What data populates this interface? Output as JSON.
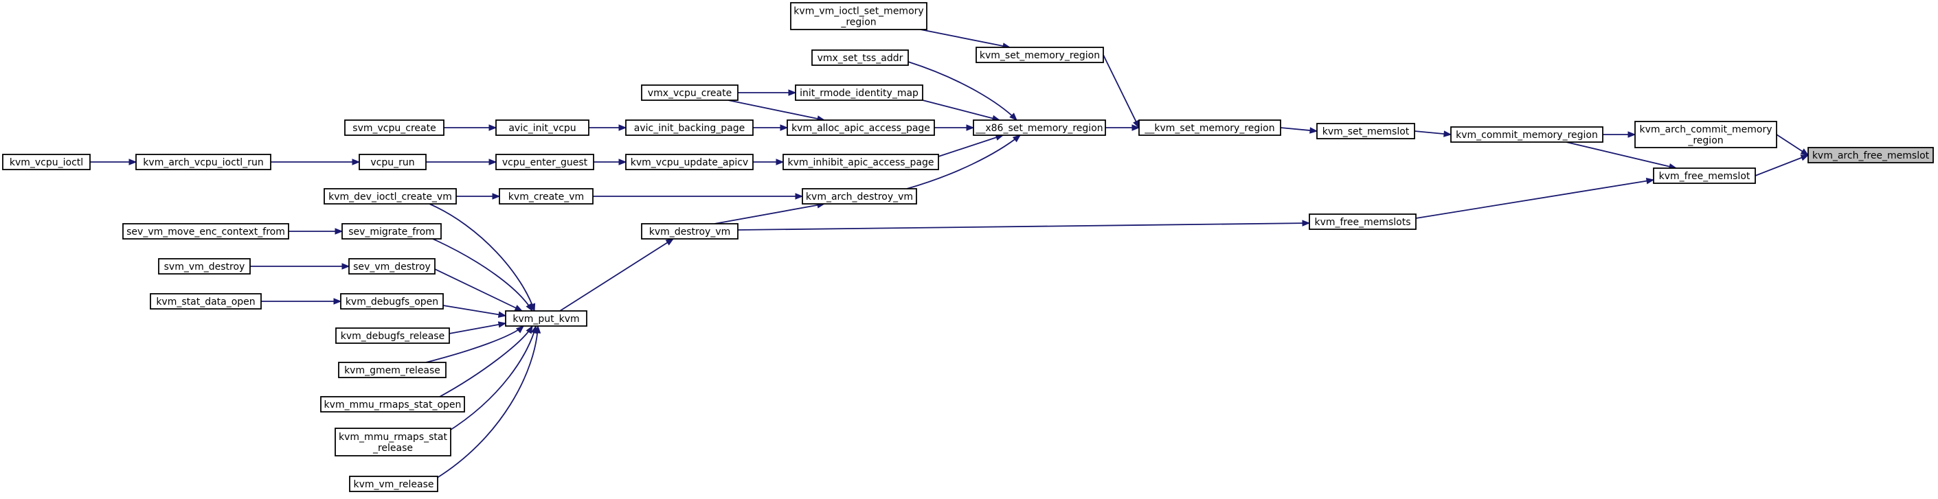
{
  "graph": {
    "title": "kvm_arch_free_memslot caller graph",
    "edge_color": "#191970",
    "focus_fill": "#bfbfbf",
    "nodes": {
      "kvm_arch_free_memslot": {
        "lines": [
          "kvm_arch_free_memslot"
        ],
        "focus": true
      },
      "kvm_arch_commit_memory_region": {
        "lines": [
          "kvm_arch_commit_memory",
          "_region"
        ]
      },
      "kvm_free_memslot": {
        "lines": [
          "kvm_free_memslot"
        ]
      },
      "kvm_commit_memory_region": {
        "lines": [
          "kvm_commit_memory_region"
        ]
      },
      "kvm_set_memslot": {
        "lines": [
          "kvm_set_memslot"
        ]
      },
      "__kvm_set_memory_region": {
        "lines": [
          "__kvm_set_memory_region"
        ]
      },
      "__x86_set_memory_region": {
        "lines": [
          "__x86_set_memory_region"
        ]
      },
      "kvm_set_memory_region": {
        "lines": [
          "kvm_set_memory_region"
        ]
      },
      "kvm_vm_ioctl_set_memory_region": {
        "lines": [
          "kvm_vm_ioctl_set_memory",
          "_region"
        ]
      },
      "vmx_set_tss_addr": {
        "lines": [
          "vmx_set_tss_addr"
        ]
      },
      "init_rmode_identity_map": {
        "lines": [
          "init_rmode_identity_map"
        ]
      },
      "vmx_vcpu_create": {
        "lines": [
          "vmx_vcpu_create"
        ]
      },
      "kvm_alloc_apic_access_page": {
        "lines": [
          "kvm_alloc_apic_access_page"
        ]
      },
      "avic_init_backing_page": {
        "lines": [
          "avic_init_backing_page"
        ]
      },
      "avic_init_vcpu": {
        "lines": [
          "avic_init_vcpu"
        ]
      },
      "svm_vcpu_create": {
        "lines": [
          "svm_vcpu_create"
        ]
      },
      "kvm_inhibit_apic_access_page": {
        "lines": [
          "kvm_inhibit_apic_access_page"
        ]
      },
      "kvm_vcpu_update_apicv": {
        "lines": [
          "kvm_vcpu_update_apicv"
        ]
      },
      "vcpu_enter_guest": {
        "lines": [
          "vcpu_enter_guest"
        ]
      },
      "vcpu_run": {
        "lines": [
          "vcpu_run"
        ]
      },
      "kvm_arch_vcpu_ioctl_run": {
        "lines": [
          "kvm_arch_vcpu_ioctl_run"
        ]
      },
      "kvm_vcpu_ioctl": {
        "lines": [
          "kvm_vcpu_ioctl"
        ]
      },
      "kvm_arch_destroy_vm": {
        "lines": [
          "kvm_arch_destroy_vm"
        ]
      },
      "kvm_create_vm": {
        "lines": [
          "kvm_create_vm"
        ]
      },
      "kvm_dev_ioctl_create_vm": {
        "lines": [
          "kvm_dev_ioctl_create_vm"
        ]
      },
      "kvm_free_memslots": {
        "lines": [
          "kvm_free_memslots"
        ]
      },
      "kvm_destroy_vm": {
        "lines": [
          "kvm_destroy_vm"
        ]
      },
      "kvm_put_kvm": {
        "lines": [
          "kvm_put_kvm"
        ]
      },
      "sev_migrate_from": {
        "lines": [
          "sev_migrate_from"
        ]
      },
      "sev_vm_move_enc_context_from": {
        "lines": [
          "sev_vm_move_enc_context_from"
        ]
      },
      "sev_vm_destroy": {
        "lines": [
          "sev_vm_destroy"
        ]
      },
      "svm_vm_destroy": {
        "lines": [
          "svm_vm_destroy"
        ]
      },
      "kvm_debugfs_open": {
        "lines": [
          "kvm_debugfs_open"
        ]
      },
      "kvm_stat_data_open": {
        "lines": [
          "kvm_stat_data_open"
        ]
      },
      "kvm_debugfs_release": {
        "lines": [
          "kvm_debugfs_release"
        ]
      },
      "kvm_gmem_release": {
        "lines": [
          "kvm_gmem_release"
        ]
      },
      "kvm_mmu_rmaps_stat_open": {
        "lines": [
          "kvm_mmu_rmaps_stat_open"
        ]
      },
      "kvm_mmu_rmaps_stat_release": {
        "lines": [
          "kvm_mmu_rmaps_stat",
          "_release"
        ]
      },
      "kvm_vm_release": {
        "lines": [
          "kvm_vm_release"
        ]
      }
    },
    "edges": [
      [
        "kvm_arch_commit_memory_region",
        "kvm_arch_free_memslot"
      ],
      [
        "kvm_free_memslot",
        "kvm_arch_free_memslot"
      ],
      [
        "kvm_commit_memory_region",
        "kvm_arch_commit_memory_region"
      ],
      [
        "kvm_commit_memory_region",
        "kvm_free_memslot"
      ],
      [
        "kvm_free_memslots",
        "kvm_free_memslot"
      ],
      [
        "kvm_set_memslot",
        "kvm_commit_memory_region"
      ],
      [
        "__kvm_set_memory_region",
        "kvm_set_memslot"
      ],
      [
        "__x86_set_memory_region",
        "__kvm_set_memory_region"
      ],
      [
        "kvm_set_memory_region",
        "__kvm_set_memory_region"
      ],
      [
        "kvm_vm_ioctl_set_memory_region",
        "kvm_set_memory_region"
      ],
      [
        "vmx_set_tss_addr",
        "__x86_set_memory_region"
      ],
      [
        "init_rmode_identity_map",
        "__x86_set_memory_region"
      ],
      [
        "kvm_alloc_apic_access_page",
        "__x86_set_memory_region"
      ],
      [
        "kvm_inhibit_apic_access_page",
        "__x86_set_memory_region"
      ],
      [
        "kvm_arch_destroy_vm",
        "__x86_set_memory_region"
      ],
      [
        "vmx_vcpu_create",
        "init_rmode_identity_map"
      ],
      [
        "vmx_vcpu_create",
        "kvm_alloc_apic_access_page"
      ],
      [
        "avic_init_backing_page",
        "kvm_alloc_apic_access_page"
      ],
      [
        "avic_init_vcpu",
        "avic_init_backing_page"
      ],
      [
        "svm_vcpu_create",
        "avic_init_vcpu"
      ],
      [
        "kvm_vcpu_update_apicv",
        "kvm_inhibit_apic_access_page"
      ],
      [
        "vcpu_enter_guest",
        "kvm_vcpu_update_apicv"
      ],
      [
        "vcpu_run",
        "vcpu_enter_guest"
      ],
      [
        "kvm_arch_vcpu_ioctl_run",
        "vcpu_run"
      ],
      [
        "kvm_vcpu_ioctl",
        "kvm_arch_vcpu_ioctl_run"
      ],
      [
        "kvm_create_vm",
        "kvm_arch_destroy_vm"
      ],
      [
        "kvm_destroy_vm",
        "kvm_arch_destroy_vm"
      ],
      [
        "kvm_dev_ioctl_create_vm",
        "kvm_create_vm"
      ],
      [
        "kvm_destroy_vm",
        "kvm_free_memslots"
      ],
      [
        "kvm_put_kvm",
        "kvm_destroy_vm"
      ],
      [
        "kvm_dev_ioctl_create_vm",
        "kvm_put_kvm"
      ],
      [
        "sev_migrate_from",
        "kvm_put_kvm"
      ],
      [
        "sev_vm_move_enc_context_from",
        "sev_migrate_from"
      ],
      [
        "sev_vm_destroy",
        "kvm_put_kvm"
      ],
      [
        "svm_vm_destroy",
        "sev_vm_destroy"
      ],
      [
        "kvm_debugfs_open",
        "kvm_put_kvm"
      ],
      [
        "kvm_stat_data_open",
        "kvm_debugfs_open"
      ],
      [
        "kvm_debugfs_release",
        "kvm_put_kvm"
      ],
      [
        "kvm_gmem_release",
        "kvm_put_kvm"
      ],
      [
        "kvm_mmu_rmaps_stat_open",
        "kvm_put_kvm"
      ],
      [
        "kvm_mmu_rmaps_stat_release",
        "kvm_put_kvm"
      ],
      [
        "kvm_vm_release",
        "kvm_put_kvm"
      ]
    ]
  }
}
